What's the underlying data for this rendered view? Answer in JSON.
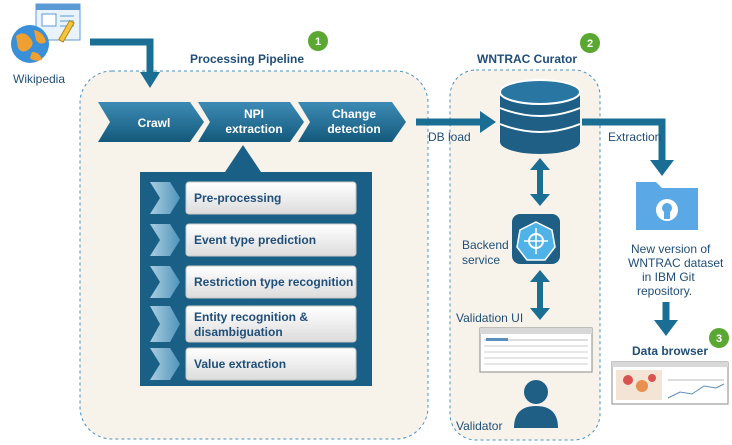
{
  "wikipedia": {
    "label": "Wikipedia",
    "icon": "wikipedia-globe-icon"
  },
  "pipeline": {
    "title": "Processing Pipeline",
    "badge": "1",
    "steps": [
      "Crawl",
      "NPI",
      "extraction",
      "Change",
      "detection"
    ],
    "substeps": [
      "Pre-processing",
      "Event type prediction",
      "Restriction type recognition",
      "Entity recognition &",
      "disambiguation",
      "Value extraction"
    ]
  },
  "curator": {
    "title": "WNTRAC Curator",
    "badge": "2",
    "db_load": "DB load",
    "backend_line1": "Backend",
    "backend_line2": "service",
    "validation_ui": "Validation UI",
    "validator": "Validator"
  },
  "extraction": {
    "label": "Extraction",
    "note_lines": [
      "New version of",
      "WNTRAC dataset",
      "in IBM Git",
      "repository."
    ]
  },
  "browser": {
    "label": "Data browser",
    "badge": "3"
  },
  "colors": {
    "primary": "#1a6d93",
    "dark": "#1f4e79",
    "panel": "#f7f3ea",
    "badge": "#5aa832",
    "folder": "#5aa9e6"
  }
}
